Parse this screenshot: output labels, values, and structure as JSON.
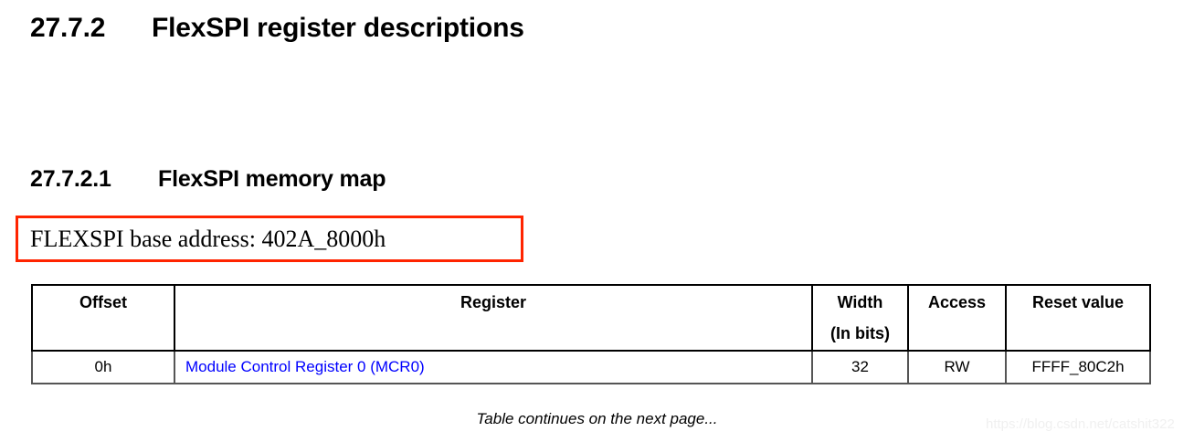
{
  "document": {
    "section_heading": {
      "number": "27.7.2",
      "title": "FlexSPI register descriptions"
    },
    "subsection_heading": {
      "number": "27.7.2.1",
      "title": "FlexSPI memory map"
    },
    "base_address": {
      "text": "FLEXSPI base address: 402A_8000h",
      "highlight_color": "#ff2400"
    },
    "table": {
      "headers": [
        {
          "label": "Offset",
          "sublabel": ""
        },
        {
          "label": "Register",
          "sublabel": ""
        },
        {
          "label": "Width",
          "sublabel": "(In bits)"
        },
        {
          "label": "Access",
          "sublabel": ""
        },
        {
          "label": "Reset value",
          "sublabel": ""
        }
      ],
      "rows": [
        {
          "offset": "0h",
          "register": "Module Control Register 0 (MCR0)",
          "register_link_color": "#0000ff",
          "width": "32",
          "access": "RW",
          "reset_value": "FFFF_80C2h"
        }
      ],
      "caption": "Table continues on the next page..."
    },
    "watermark": "https://blog.csdn.net/catshit322"
  }
}
